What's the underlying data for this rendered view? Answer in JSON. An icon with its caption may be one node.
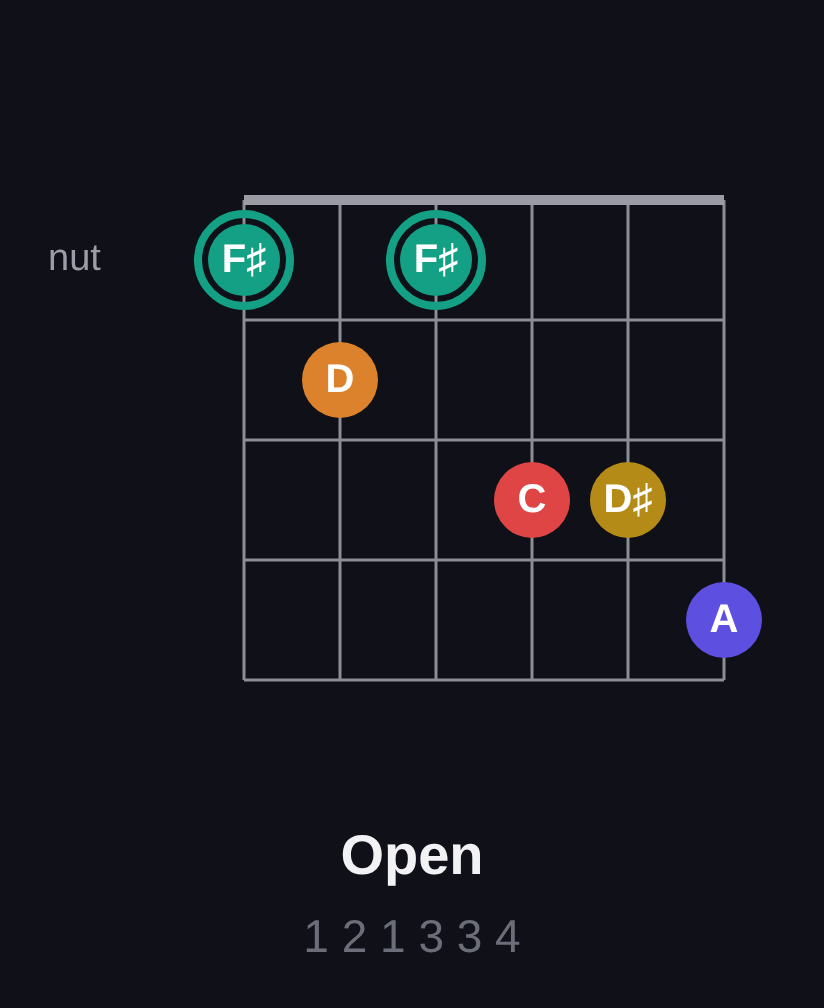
{
  "diagram": {
    "title": "Open",
    "nodes": [
      {
        "text": [
          "F♯"
        ]
      },
      {
        "text": [
          "F♯"
        ]
      },
      {
        "text": [
          "D"
        ]
      },
      {
        "text": [
          "C"
        ]
      },
      {
        "text": [
          "D♯"
        ]
      },
      {
        "text": [
          "A"
        ]
      }
    ],
    "labels": [
      "nut",
      "1 2 1 3 3 4"
    ]
  }
}
